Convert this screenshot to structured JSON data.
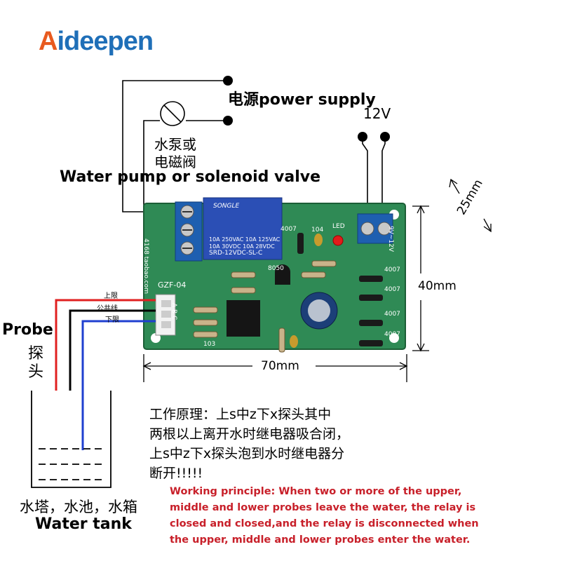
{
  "logo": {
    "brand": "Aideepen"
  },
  "labels": {
    "power_supply": "电源power supply",
    "voltage": "12V",
    "pump_cn_1": "水泵或",
    "pump_cn_2": "电磁阀",
    "pump_en": "Water pump or solenoid valve",
    "dim_w": "70mm",
    "dim_h": "40mm",
    "dim_d": "25mm",
    "probe_en": "Probe",
    "probe_cn_1": "探",
    "probe_cn_2": "头",
    "tank_cn": "水塔，水池，水箱",
    "tank_en": "Water tank"
  },
  "board": {
    "model": "GZF-04",
    "relay_brand": "SONGLE",
    "relay_spec_1": "10A 250VAC  10A 125VAC",
    "relay_spec_2": "10A  30VDC  10A  28VDC",
    "relay_model": "SRD-12VDC-SL-C",
    "ic": "8050",
    "cap": "104",
    "diodes": [
      "4007",
      "4007",
      "4007",
      "4007",
      "4007"
    ],
    "res": "103",
    "led": "LED",
    "power_label": "9V~12V",
    "pins": "A  B  C",
    "side_text": "4168 taobao.com"
  },
  "probe_wires": {
    "upper": "上限",
    "common": "公共线",
    "lower": "下限"
  },
  "principle_cn": {
    "line1": "工作原理：上s中z下x探头其中",
    "line2": "两根以上离开水时继电器吸合闭，",
    "line3": "上s中z下x探头泡到水时继电器分",
    "line4": "断开!!!!!"
  },
  "principle_en": {
    "line1": "Working principle: When two or more of the upper,",
    "line2": "middle and lower probes leave the water, the relay is",
    "line3": "closed and closed,and the relay is disconnected when",
    "line4": "the upper, middle and lower probes enter the water."
  },
  "colors": {
    "pcb": "#2f8a55",
    "relay": "#2b4fb5",
    "terminal": "#1e5fb0",
    "red_wire": "#e02020",
    "blue_wire": "#1f3fd0",
    "text_red": "#c8202a"
  }
}
